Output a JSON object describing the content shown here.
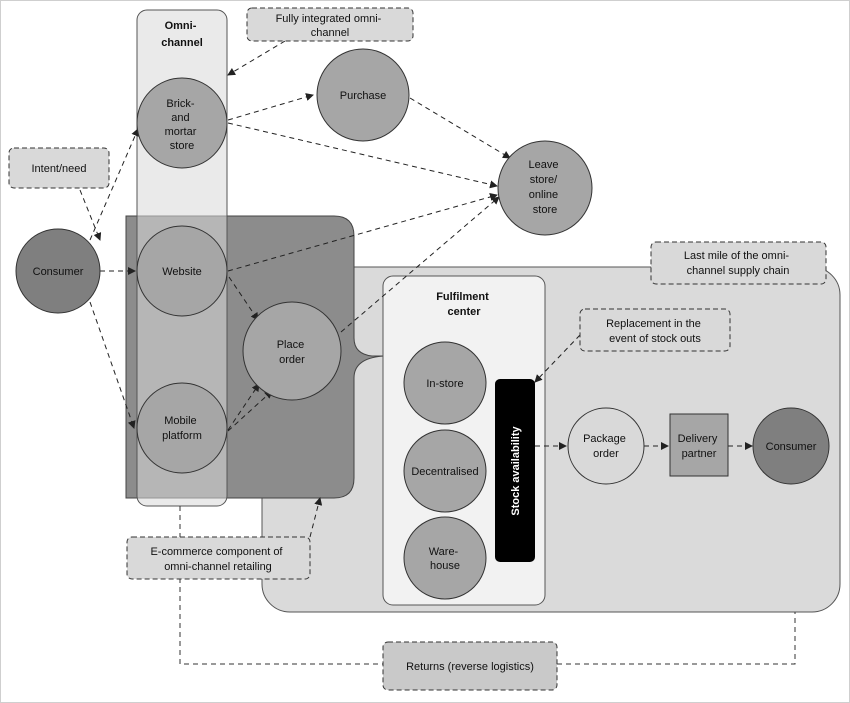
{
  "diagram": {
    "omni_channel_title": [
      "Omni-",
      "channel"
    ],
    "fulfilment_center_title": [
      "Fulfilment",
      "center"
    ],
    "nodes": {
      "consumer_left": [
        "Consumer"
      ],
      "brick_mortar": [
        "Brick-",
        "and",
        "mortar",
        "store"
      ],
      "website": [
        "Website"
      ],
      "mobile_platform": [
        "Mobile",
        "platform"
      ],
      "purchase": [
        "Purchase"
      ],
      "leave_store": [
        "Leave",
        "store/",
        "online",
        "store"
      ],
      "place_order": [
        "Place",
        "order"
      ],
      "in_store": [
        "In-store"
      ],
      "decentralised": [
        "Decentralised"
      ],
      "warehouse": [
        "Ware-",
        "house"
      ],
      "stock_availability": [
        "Stock availability"
      ],
      "package_order": [
        "Package",
        "order"
      ],
      "delivery_partner": [
        "Delivery",
        "partner"
      ],
      "consumer_right": [
        "Consumer"
      ]
    },
    "callouts": {
      "intent_need": [
        "Intent/need"
      ],
      "fully_integrated": [
        "Fully integrated omni-",
        "channel"
      ],
      "last_mile": [
        "Last mile of the omni-",
        "channel supply chain"
      ],
      "replacement": [
        "Replacement in the",
        "event of stock outs"
      ],
      "ecommerce_component": [
        "E-commerce component of",
        "omni-channel retailing"
      ],
      "returns": [
        "Returns (reverse logistics)"
      ]
    },
    "colors": {
      "light_fill": "#d9d9d9",
      "circle_fill": "#a6a6a6",
      "dark_circle_fill": "#7f7f7f",
      "ecommerce_block": "#8c8c8c",
      "fulfilment_fill": "#f2f2f2",
      "stock_bar": "#000000",
      "stroke": "#333333"
    }
  }
}
